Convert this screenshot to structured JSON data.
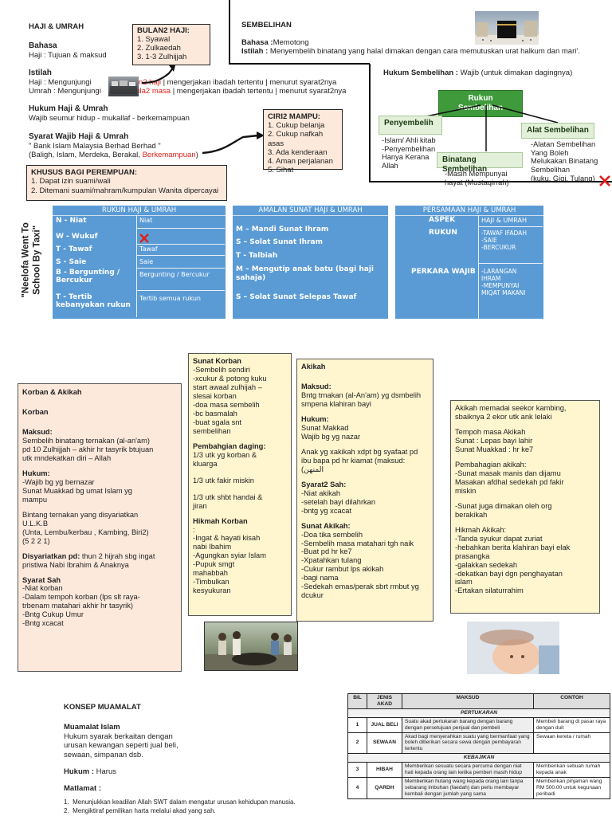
{
  "haji": {
    "title": "HAJI & UMRAH",
    "bahasa_h": "Bahasa",
    "bahasa_v": "Haji : Tujuan & maksud",
    "istilah_h": "Istilah",
    "istilah_haji_pre": "Haji : Mengunjungi",
    "istilah_haji_red": "bulan2 haji",
    "istilah_haji_post": " | mengerjakan ibadah tertentu | menurut syarat2nya",
    "istilah_umrah_pre": "Umrah : Mengunjungi",
    "istilah_umrah_red": "bila2 masa",
    "istilah_umrah_post": " | mengerjakan ibadah tertentu | menurut syarat2nya",
    "hukum_h": "Hukum Haji & Umrah",
    "hukum_v": "Wajib seumur hidup - mukallaf - berkemampuan",
    "syarat_h": "Syarat Wajib Haji & Umrah",
    "syarat_l1": "\" Bank Islam Malaysia Berhad Berhad \"",
    "syarat_l2_pre": "(Baligh, Islam, Merdeka, Berakal, ",
    "syarat_l2_red": "Berkemampuan",
    "syarat_l2_post": ")"
  },
  "bulan": {
    "title": "BULAN2 HAJI:",
    "items": [
      "1. Syawal",
      "2. Zulkaedah",
      "3. 1-3 Zulhijjah"
    ]
  },
  "ciri": {
    "title": "CIRI2 MAMPU:",
    "items": [
      "1. Cukup belanja",
      "2. Cukup nafkah asas",
      "3. Ada kenderaan",
      "4. Aman perjalanan",
      "5. Sihat"
    ]
  },
  "khusus": {
    "title": "KHUSUS BAGI PEREMPUAN:",
    "items": [
      "1. Dapat izin suami/wali",
      "2. Ditemani suami/mahram/kumpulan Wanita dipercayai"
    ]
  },
  "sembelihan": {
    "title": "SEMBELIHAN",
    "bahasa_label": "Bahasa :",
    "bahasa_value": "Memotong",
    "istilah_label": "Istilah :",
    "istilah_value": " Menyembelih binatang yang halal dimakan dengan cara memutuskan urat halkum dan mari'.",
    "hukum_label": "Hukum Sembelihan :",
    "hukum_value": " Wajib (untuk dimakan dagingnya)",
    "rukun_title": "Rukun Sembelihan",
    "penyembelih_title": "Penyembelih",
    "penyembelih_items": [
      "-Islam/ Ahli kitab",
      "-Penyembelihan",
      "Hanya Kerana",
      "Allah"
    ],
    "binatang_title": "Binatang Sembelihan",
    "binatang_items": [
      "-Masih Mempunyai",
      "hayat (Mustaqirrah)"
    ],
    "alat_title": "Alat Sembelihan",
    "alat_items": [
      "-Alatan Sembelihan",
      "Yang Boleh",
      "Melukakan Binatang",
      "Sembelihan",
      "(kuku, Gigi, Tulang)"
    ]
  },
  "neelofa": {
    "line1": "\"Neelofa Went To",
    "line2": "School By Taxi\""
  },
  "rukun_panel": {
    "title": "RUKUN HAJI & UMRAH",
    "rows": [
      {
        "left": "N - Niat",
        "right": "Niat"
      },
      {
        "left": "W - Wukuf",
        "right": ""
      },
      {
        "left": "T - Tawaf",
        "right": "Tawaf"
      },
      {
        "left": "S - Saie",
        "right": "Saie"
      },
      {
        "left": "B - Bergunting / Bercukur",
        "right": "Bergunting / Bercukur"
      },
      {
        "left": "T - Tertib kebanyakan rukun",
        "right": "Tertib semua rukun"
      }
    ]
  },
  "amalan_panel": {
    "title": "AMALAN SUNAT HAJI & UMRAH",
    "items": [
      "M – Mandi Sunat Ihram",
      "S – Solat Sunat Ihram",
      "T - Talbiah",
      "M – Mengutip anak batu (bagi haji sahaja)",
      "S – Solat Sunat Selepas Tawaf"
    ]
  },
  "persamaan_panel": {
    "title": "PERSAMAAN HAJI & UMRAH",
    "aspek": "ASPEK",
    "aspek_v": "HAJI & UMRAH",
    "rukun": "RUKUN",
    "rukun_v": [
      "-TAWAF IFADAH",
      "-SAIE",
      "-BERCUKUR"
    ],
    "wajib": "PERKARA WAJIB",
    "wajib_v": [
      "-LARANGAN",
      "IHRAM",
      "-MEMPUNYAI",
      "MIQAT MAKANI"
    ]
  },
  "korban": {
    "title": "Korban & Akikah",
    "sub": "Korban",
    "maksud_h": "Maksud:",
    "maksud_v": [
      "Sembelih binatang ternakan (al-an'am)",
      "pd 10 Zulhijjah – akhir hr tasyrik btujuan",
      "utk mndekatkan diri – Allah"
    ],
    "hukum_h": "Hukum:",
    "hukum_v": [
      "-Wajib bg yg bernazar",
      "Sunat Muakkad bg umat Islam yg",
      "mampu"
    ],
    "ternakan": [
      "Bintang ternakan yang disyariatkan",
      "U.L.K.B",
      "(Unta, Lembu/kerbau , Kambing, Biri2)",
      "(5 2 2 1)"
    ],
    "disyariatkan_h": "Disyariatkan pd:",
    "disyariatkan_v": " thun 2 hijrah sbg ingat",
    "disyariatkan_v2": "pristiwa Nabi Ibrahim & Anaknya",
    "syarat_h": "Syarat Sah",
    "syarat_v": [
      "-Niat korban",
      "-Dalam tempoh korban (lps slt raya-",
      "trbenam matahari akhir hr tasyrik)",
      "-Bntg Cukup Umur",
      "-Bntg xcacat"
    ]
  },
  "sunat_korban": {
    "title": "Sunat Korban",
    "items": [
      "-Sembelih sendiri",
      "-xcukur & potong kuku",
      "start awaal zulhijah –",
      "slesai korban",
      "-doa masa sembelih",
      "-bc basmalah",
      "-buat sgala snt",
      "sembelihan"
    ],
    "pembahagian_h": "Pembahgian daging:",
    "pembahagian_v": [
      "1/3 utk yg korban &",
      "kluarga",
      "",
      "1/3 utk fakir miskin",
      "",
      "1/3 utk shbt handai &",
      "jiran"
    ],
    "hikmah_h": "Hikmah Korban",
    "hikmah_v": [
      ":",
      "-Ingat & hayati kisah",
      "nabi Ibahim",
      "-Agungkan syiar Islam",
      "-Pupuk smgt",
      "mahabbah",
      "-Timbulkan",
      "kesyukuran"
    ]
  },
  "akikah": {
    "title": "Akikah",
    "maksud_h": "Maksud:",
    "maksud_v": [
      "Bntg trnakan (al-An'am) yg dsmbelih",
      "smpena klahiran bayi"
    ],
    "hukum_h": "Hukum:",
    "hukum_v": [
      "Sunat Makkad",
      "Wajib bg yg nazar"
    ],
    "anak_v": [
      "Anak yg xakikah xdpt bg syafaat pd",
      "ibu bapa pd hr kiamat (maksud:",
      "(المنهن"
    ],
    "syarat_h": "Syarat2 Sah:",
    "syarat_v": [
      "-Niat akikah",
      "-setelah bayi dilahrkan",
      "-bntg yg xcacat"
    ],
    "sunat_h": "Sunat Akikah:",
    "sunat_v": [
      "-Doa tika sembelih",
      "-Sembelih masa matahari tgh naik",
      "-Buat pd hr ke7",
      "-Xpatahkan tulang",
      "-Cukur rambut lps akikah",
      "-bagi nama",
      "-Sedekah emas/perak sbrt rmbut yg",
      "dcukur"
    ]
  },
  "akikah2": {
    "l1": [
      "Akikah memadai seekor kambing,",
      "sbaiknya 2 ekor utk ank lelaki"
    ],
    "l2": [
      "Tempoh masa Akikah",
      "Sunat : Lepas bayi lahir",
      "Sunat Muakkad : hr ke7"
    ],
    "l3": [
      "Pembahagian akikah:",
      "-Sunat masak manis dan dijamu",
      "Masakan afdhal sedekah pd fakir",
      "miskin"
    ],
    "l4": [
      "-Sunat juga dimakan oleh org",
      "berakikah"
    ],
    "l5": [
      "Hikmah Akikah:",
      "-Tanda syukur dapat zuriat",
      "-hebahkan berita klahiran bayi elak",
      "prasangka",
      "-galakkan sedekah",
      "-dekatkan bayi dgn penghayatan",
      "islam",
      "-Ertakan silaturrahim"
    ]
  },
  "muamalat": {
    "title": "KONSEP MUAMALAT",
    "sub": "Muamalat Islam",
    "desc": [
      "Hukum syarak berkaitan dengan",
      "urusan kewangan seperti jual beli,",
      "sewaan, simpanan dsb."
    ],
    "hukum_label": "Hukum :",
    "hukum_value": " Harus",
    "matlamat": "Matlamat :",
    "items": [
      "Menunjukkan keadilan Allah SWT dalam mengatur urusan kehidupan manusia.",
      "Mengiktiraf pemilikan harta melalui akad yang sah."
    ]
  },
  "table": {
    "headers": [
      "BIL",
      "JENIS AKAD",
      "MAKSUD",
      "CONTOH"
    ],
    "sections": [
      "PERTUKARAN",
      "KEBAJIKAN"
    ],
    "rows": [
      {
        "bil": "1",
        "jenis": "JUAL BELI",
        "maksud": "Suatu akad pertukaran barang dengan barang dengan persetujuan penjual dan pembeli",
        "contoh": "Membeli barang di pasar raya dengan duit"
      },
      {
        "bil": "2",
        "jenis": "SEWAAN",
        "maksud": "Akad bagi menyerahkan suatu yang bermanfaat yang boleh diberikan secara sewa dengan pembayaran tertentu",
        "contoh": "Sewaan kereta / rumah"
      },
      {
        "bil": "3",
        "jenis": "HIBAH",
        "maksud": "Memberikan sesuatu secara percuma dengan niat hati kepada orang lain ketika pemberi masih hidup",
        "contoh": "Memberikan sebuah rumah kepada anak"
      },
      {
        "bil": "4",
        "jenis": "QARDH",
        "maksud": "Memberikan hutang wang kepada orang lain tanpa sebarang imbuhan (faedah) dan perlu membayar kembali dengan jumlah yang sama",
        "contoh": "Memberikan pinjaman wang RM 500.00 untuk kegunaan peribadi"
      }
    ]
  },
  "colors": {
    "blue_panel": "#5b9bd5",
    "pink_box": "#fde9dc",
    "yellow_box": "#fff5cf",
    "green_box": "#e2efd9",
    "red_text": "#e0201a"
  },
  "icons": [
    "kaaba-image",
    "pilgrims-image",
    "arrow-curve-icon",
    "red-cross-icon",
    "sacrifice-photo",
    "baby-photo"
  ]
}
